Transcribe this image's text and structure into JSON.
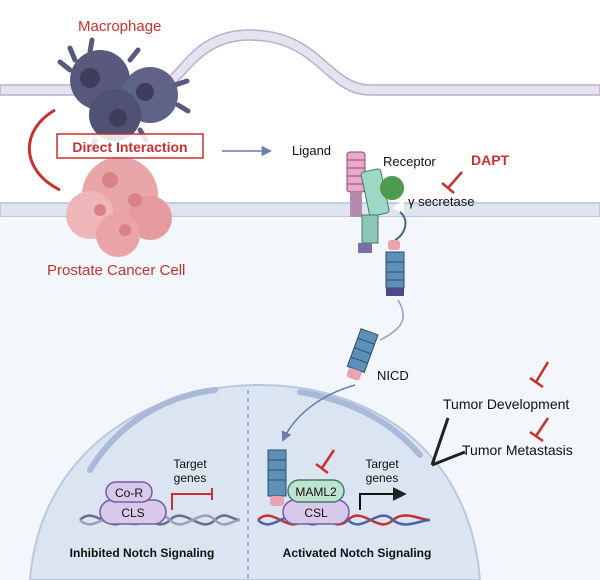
{
  "labels": {
    "macrophage": "Macrophage",
    "direct_interaction": "Direct Interaction",
    "prostate_cancer_cell": "Prostate Cancer Cell",
    "ligand": "Ligand",
    "receptor": "Receptor",
    "dapt": "DAPT",
    "gamma_secretase": "γ secretase",
    "nicd": "NICD",
    "tumor_development": "Tumor Development",
    "tumor_metastasis": "Tumor Metastasis",
    "co_r": "Co-R",
    "cls": "CLS",
    "target_genes_left_1": "Target",
    "target_genes_left_2": "genes",
    "maml2": "MAML2",
    "csl": "CSL",
    "target_genes_right_1": "Target",
    "target_genes_right_2": "genes",
    "inhibited": "Inhibited Notch Signaling",
    "activated": "Activated Notch Signaling"
  },
  "colors": {
    "red_text": "#c8312f",
    "membrane": "#d9dcec",
    "membrane_edge": "#b9bedb",
    "macrophage": "#56587a",
    "cancer": "#e8a3a6",
    "nucleus": "#dde6f2",
    "arrow": "#6b7fb0"
  }
}
